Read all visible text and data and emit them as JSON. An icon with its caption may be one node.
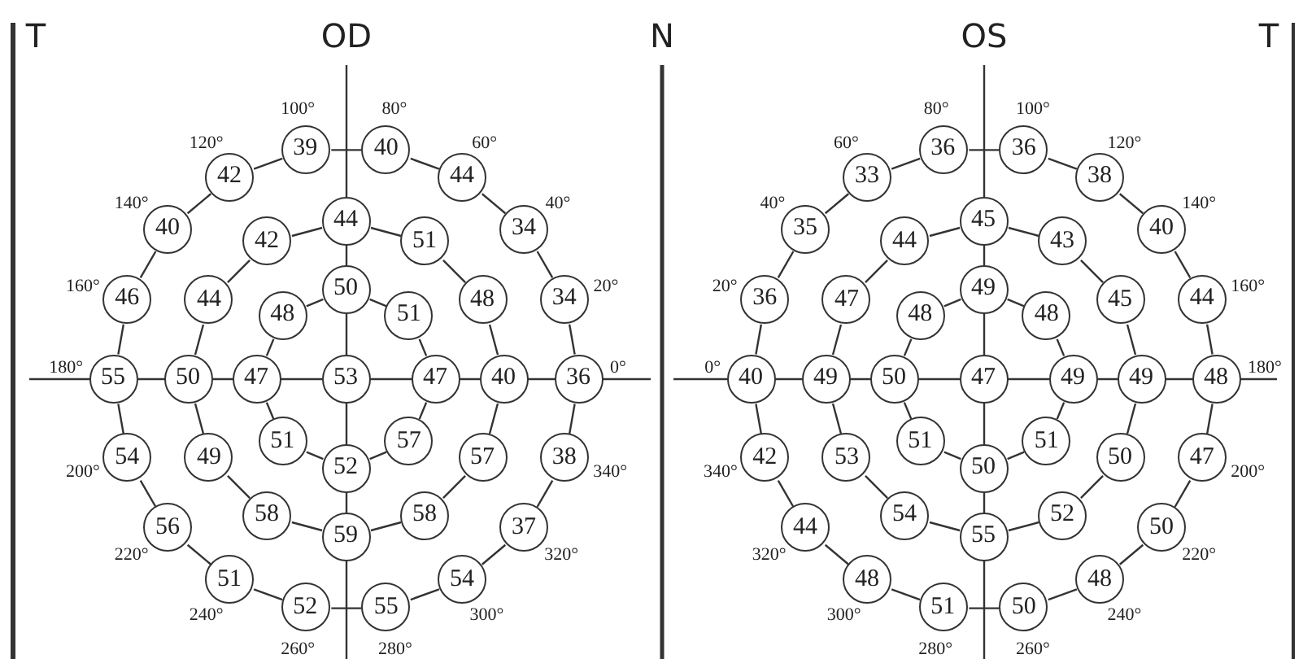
{
  "diagram": {
    "nodes": [
      {
        "text": [
          "36"
        ]
      },
      {
        "text": [
          "34"
        ]
      },
      {
        "text": [
          "34"
        ]
      },
      {
        "text": [
          "44"
        ]
      },
      {
        "text": [
          "40"
        ]
      },
      {
        "text": [
          "39"
        ]
      },
      {
        "text": [
          "42"
        ]
      },
      {
        "text": [
          "40"
        ]
      },
      {
        "text": [
          "46"
        ]
      },
      {
        "text": [
          "55"
        ]
      },
      {
        "text": [
          "54"
        ]
      },
      {
        "text": [
          "56"
        ]
      },
      {
        "text": [
          "51"
        ]
      },
      {
        "text": [
          "52"
        ]
      },
      {
        "text": [
          "55"
        ]
      },
      {
        "text": [
          "54"
        ]
      },
      {
        "text": [
          "37"
        ]
      },
      {
        "text": [
          "38"
        ]
      },
      {
        "text": [
          "40"
        ]
      },
      {
        "text": [
          "48"
        ]
      },
      {
        "text": [
          "51"
        ]
      },
      {
        "text": [
          "44"
        ]
      },
      {
        "text": [
          "42"
        ]
      },
      {
        "text": [
          "44"
        ]
      },
      {
        "text": [
          "50"
        ]
      },
      {
        "text": [
          "49"
        ]
      },
      {
        "text": [
          "58"
        ]
      },
      {
        "text": [
          "59"
        ]
      },
      {
        "text": [
          "58"
        ]
      },
      {
        "text": [
          "57"
        ]
      },
      {
        "text": [
          "47"
        ]
      },
      {
        "text": [
          "51"
        ]
      },
      {
        "text": [
          "50"
        ]
      },
      {
        "text": [
          "48"
        ]
      },
      {
        "text": [
          "47"
        ]
      },
      {
        "text": [
          "51"
        ]
      },
      {
        "text": [
          "52"
        ]
      },
      {
        "text": [
          "57"
        ]
      },
      {
        "text": [
          "53"
        ]
      },
      {
        "text": [
          "40"
        ]
      },
      {
        "text": [
          "36"
        ]
      },
      {
        "text": [
          "35"
        ]
      },
      {
        "text": [
          "33"
        ]
      },
      {
        "text": [
          "36"
        ]
      },
      {
        "text": [
          "36"
        ]
      },
      {
        "text": [
          "38"
        ]
      },
      {
        "text": [
          "40"
        ]
      },
      {
        "text": [
          "44"
        ]
      },
      {
        "text": [
          "48"
        ]
      },
      {
        "text": [
          "47"
        ]
      },
      {
        "text": [
          "50"
        ]
      },
      {
        "text": [
          "48"
        ]
      },
      {
        "text": [
          "50"
        ]
      },
      {
        "text": [
          "51"
        ]
      },
      {
        "text": [
          "48"
        ]
      },
      {
        "text": [
          "44"
        ]
      },
      {
        "text": [
          "42"
        ]
      },
      {
        "text": [
          "49"
        ]
      },
      {
        "text": [
          "47"
        ]
      },
      {
        "text": [
          "44"
        ]
      },
      {
        "text": [
          "45"
        ]
      },
      {
        "text": [
          "43"
        ]
      },
      {
        "text": [
          "45"
        ]
      },
      {
        "text": [
          "49"
        ]
      },
      {
        "text": [
          "50"
        ]
      },
      {
        "text": [
          "52"
        ]
      },
      {
        "text": [
          "55"
        ]
      },
      {
        "text": [
          "54"
        ]
      },
      {
        "text": [
          "53"
        ]
      },
      {
        "text": [
          "50"
        ]
      },
      {
        "text": [
          "48"
        ]
      },
      {
        "text": [
          "49"
        ]
      },
      {
        "text": [
          "48"
        ]
      },
      {
        "text": [
          "49"
        ]
      },
      {
        "text": [
          "51"
        ]
      },
      {
        "text": [
          "50"
        ]
      },
      {
        "text": [
          "51"
        ]
      },
      {
        "text": [
          "47"
        ]
      }
    ],
    "edges": [
      {
        "from": 0,
        "to": 1,
        "arrow": "none"
      },
      {
        "from": 1,
        "to": 2,
        "arrow": "none"
      },
      {
        "from": 2,
        "to": 3,
        "arrow": "none"
      },
      {
        "from": 3,
        "to": 4,
        "arrow": "none"
      },
      {
        "from": 4,
        "to": 5,
        "arrow": "none"
      },
      {
        "from": 5,
        "to": 6,
        "arrow": "none"
      },
      {
        "from": 6,
        "to": 7,
        "arrow": "none"
      },
      {
        "from": 7,
        "to": 8,
        "arrow": "none"
      },
      {
        "from": 8,
        "to": 9,
        "arrow": "none"
      },
      {
        "from": 9,
        "to": 10,
        "arrow": "none"
      },
      {
        "from": 10,
        "to": 11,
        "arrow": "none"
      },
      {
        "from": 11,
        "to": 12,
        "arrow": "none"
      },
      {
        "from": 12,
        "to": 13,
        "arrow": "none"
      },
      {
        "from": 13,
        "to": 14,
        "arrow": "none"
      },
      {
        "from": 14,
        "to": 15,
        "arrow": "none"
      },
      {
        "from": 15,
        "to": 16,
        "arrow": "none"
      },
      {
        "from": 16,
        "to": 17,
        "arrow": "none"
      },
      {
        "from": 17,
        "to": 0,
        "arrow": "none"
      },
      {
        "from": 18,
        "to": 19,
        "arrow": "none"
      },
      {
        "from": 19,
        "to": 20,
        "arrow": "none"
      },
      {
        "from": 20,
        "to": 21,
        "arrow": "none"
      },
      {
        "from": 21,
        "to": 22,
        "arrow": "none"
      },
      {
        "from": 22,
        "to": 23,
        "arrow": "none"
      },
      {
        "from": 23,
        "to": 24,
        "arrow": "none"
      },
      {
        "from": 24,
        "to": 25,
        "arrow": "none"
      },
      {
        "from": 25,
        "to": 26,
        "arrow": "none"
      },
      {
        "from": 26,
        "to": 27,
        "arrow": "none"
      },
      {
        "from": 27,
        "to": 28,
        "arrow": "none"
      },
      {
        "from": 28,
        "to": 29,
        "arrow": "none"
      },
      {
        "from": 29,
        "to": 18,
        "arrow": "none"
      },
      {
        "from": 30,
        "to": 31,
        "arrow": "none"
      },
      {
        "from": 31,
        "to": 32,
        "arrow": "none"
      },
      {
        "from": 32,
        "to": 33,
        "arrow": "none"
      },
      {
        "from": 33,
        "to": 34,
        "arrow": "none"
      },
      {
        "from": 34,
        "to": 35,
        "arrow": "none"
      },
      {
        "from": 35,
        "to": 36,
        "arrow": "none"
      },
      {
        "from": 36,
        "to": 37,
        "arrow": "none"
      },
      {
        "from": 37,
        "to": 30,
        "arrow": "none"
      },
      {
        "from": 39,
        "to": 40,
        "arrow": "none"
      },
      {
        "from": 40,
        "to": 41,
        "arrow": "none"
      },
      {
        "from": 41,
        "to": 42,
        "arrow": "none"
      },
      {
        "from": 42,
        "to": 43,
        "arrow": "none"
      },
      {
        "from": 43,
        "to": 44,
        "arrow": "none"
      },
      {
        "from": 44,
        "to": 45,
        "arrow": "none"
      },
      {
        "from": 45,
        "to": 46,
        "arrow": "none"
      },
      {
        "from": 46,
        "to": 47,
        "arrow": "none"
      },
      {
        "from": 47,
        "to": 48,
        "arrow": "none"
      },
      {
        "from": 48,
        "to": 49,
        "arrow": "none"
      },
      {
        "from": 49,
        "to": 50,
        "arrow": "none"
      },
      {
        "from": 50,
        "to": 51,
        "arrow": "none"
      },
      {
        "from": 51,
        "to": 52,
        "arrow": "none"
      },
      {
        "from": 52,
        "to": 53,
        "arrow": "none"
      },
      {
        "from": 53,
        "to": 54,
        "arrow": "none"
      },
      {
        "from": 54,
        "to": 55,
        "arrow": "none"
      },
      {
        "from": 55,
        "to": 56,
        "arrow": "none"
      },
      {
        "from": 56,
        "to": 39,
        "arrow": "none"
      },
      {
        "from": 57,
        "to": 58,
        "arrow": "none"
      },
      {
        "from": 58,
        "to": 59,
        "arrow": "none"
      },
      {
        "from": 59,
        "to": 60,
        "arrow": "none"
      },
      {
        "from": 60,
        "to": 61,
        "arrow": "none"
      },
      {
        "from": 61,
        "to": 62,
        "arrow": "none"
      },
      {
        "from": 62,
        "to": 63,
        "arrow": "none"
      },
      {
        "from": 63,
        "to": 64,
        "arrow": "none"
      },
      {
        "from": 64,
        "to": 65,
        "arrow": "none"
      },
      {
        "from": 65,
        "to": 66,
        "arrow": "none"
      },
      {
        "from": 66,
        "to": 67,
        "arrow": "none"
      },
      {
        "from": 67,
        "to": 68,
        "arrow": "none"
      },
      {
        "from": 68,
        "to": 57,
        "arrow": "none"
      },
      {
        "from": 69,
        "to": 70,
        "arrow": "none"
      },
      {
        "from": 70,
        "to": 71,
        "arrow": "none"
      },
      {
        "from": 71,
        "to": 72,
        "arrow": "none"
      },
      {
        "from": 72,
        "to": 73,
        "arrow": "none"
      },
      {
        "from": 73,
        "to": 74,
        "arrow": "none"
      },
      {
        "from": 74,
        "to": 75,
        "arrow": "none"
      },
      {
        "from": 75,
        "to": 76,
        "arrow": "none"
      },
      {
        "from": 76,
        "to": 69,
        "arrow": "none"
      }
    ],
    "labels": [
      "T",
      "OD",
      "N",
      "OS",
      "T",
      "0°",
      "20°",
      "40°",
      "60°",
      "100°",
      "80°",
      "120°",
      "140°",
      "160°",
      "180°",
      "200°",
      "220°",
      "240°",
      "260°",
      "280°",
      "300°",
      "320°",
      "340°",
      "0°",
      "20°",
      "40°",
      "60°",
      "80°",
      "100°",
      "120°",
      "140°",
      "160°",
      "180°",
      "200°",
      "220°",
      "240°",
      "280°",
      "260°",
      "300°",
      "320°",
      "340°"
    ]
  }
}
